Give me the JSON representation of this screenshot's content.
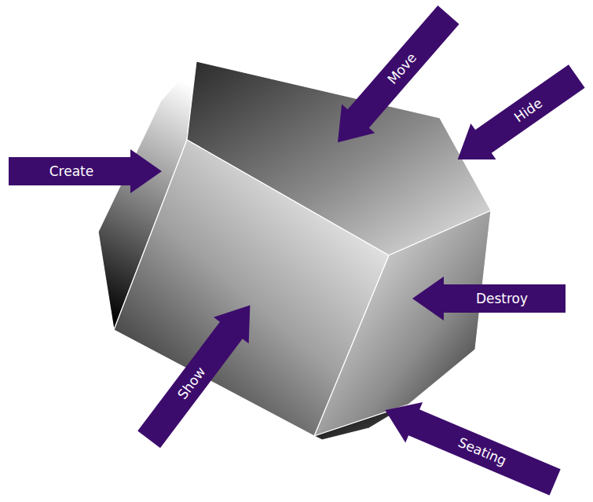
{
  "diagram": {
    "nodes": [
      {
        "text": [
          "Move"
        ]
      },
      {
        "text": [
          "Hide"
        ]
      },
      {
        "text": [
          "Create"
        ]
      },
      {
        "text": [
          "Destroy"
        ]
      },
      {
        "text": [
          "Show"
        ]
      },
      {
        "text": [
          "Seating"
        ]
      }
    ]
  }
}
